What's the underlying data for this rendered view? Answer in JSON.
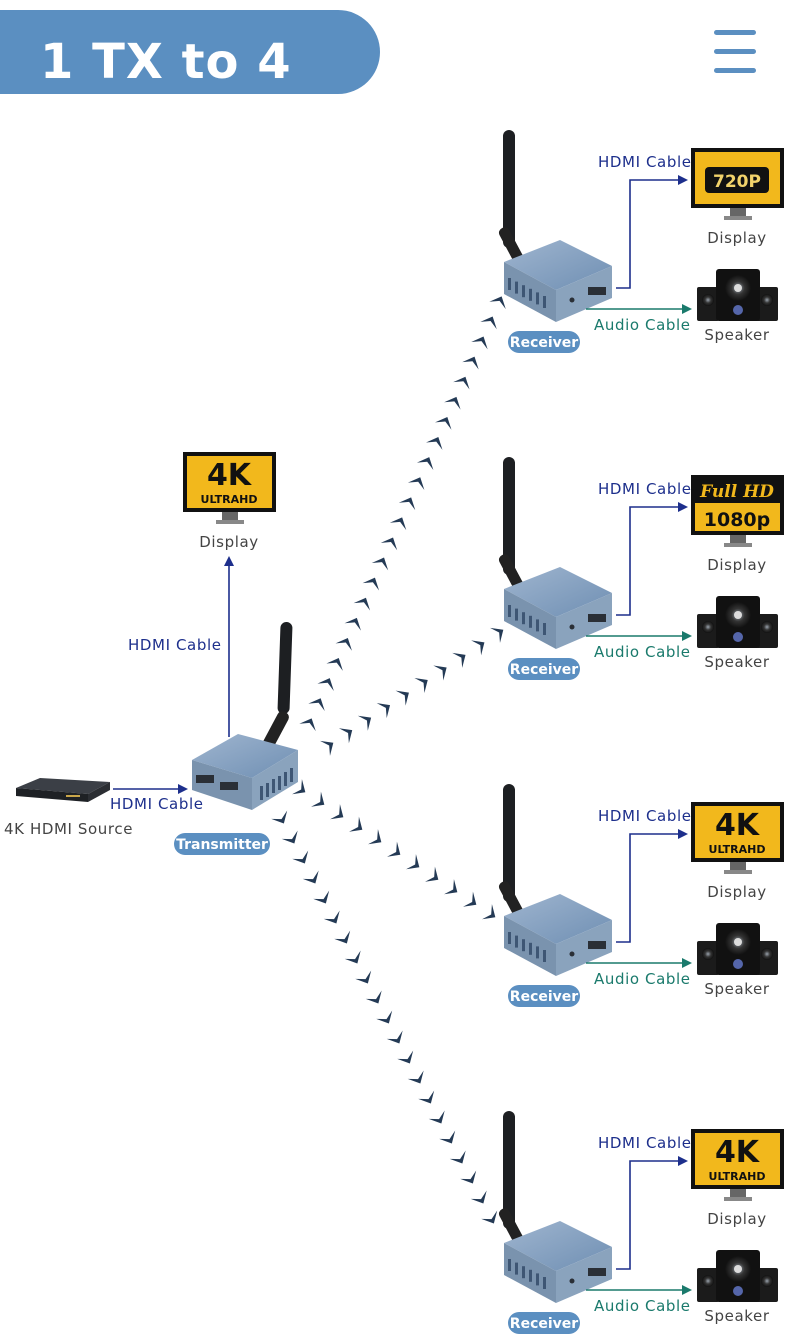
{
  "header": {
    "title": "1 TX to 4 RX",
    "menu_icon": "hamburger-menu-icon"
  },
  "colors": {
    "accent": "#5b8fc1",
    "hdmi_line": "#1d2f8c",
    "audio_line": "#1a7a6c",
    "wave_arrow": "#243a55",
    "screen_yellow": "#f2b81c"
  },
  "source": {
    "label": "4K HDMI Source",
    "cable": "HDMI Cable"
  },
  "transmitter": {
    "label": "Transmitter",
    "display": {
      "badge_top": "4K",
      "badge_bottom": "ULTRAHD",
      "label": "Display",
      "cable": "HDMI Cable"
    }
  },
  "receivers": [
    {
      "label": "Receiver",
      "hdmi_cable": "HDMI Cable",
      "audio_cable": "Audio Cable",
      "display_label": "Display",
      "speaker_label": "Speaker",
      "screen": {
        "line1": "720P",
        "line2": ""
      }
    },
    {
      "label": "Receiver",
      "hdmi_cable": "HDMI Cable",
      "audio_cable": "Audio Cable",
      "display_label": "Display",
      "speaker_label": "Speaker",
      "screen": {
        "line1": "Full HD",
        "line2": "1080p"
      }
    },
    {
      "label": "Receiver",
      "hdmi_cable": "HDMI Cable",
      "audio_cable": "Audio Cable",
      "display_label": "Display",
      "speaker_label": "Speaker",
      "screen": {
        "line1": "4K",
        "line2": "ULTRAHD"
      }
    },
    {
      "label": "Receiver",
      "hdmi_cable": "HDMI Cable",
      "audio_cable": "Audio Cable",
      "display_label": "Display",
      "speaker_label": "Speaker",
      "screen": {
        "line1": "4K",
        "line2": "ULTRAHD"
      }
    }
  ]
}
